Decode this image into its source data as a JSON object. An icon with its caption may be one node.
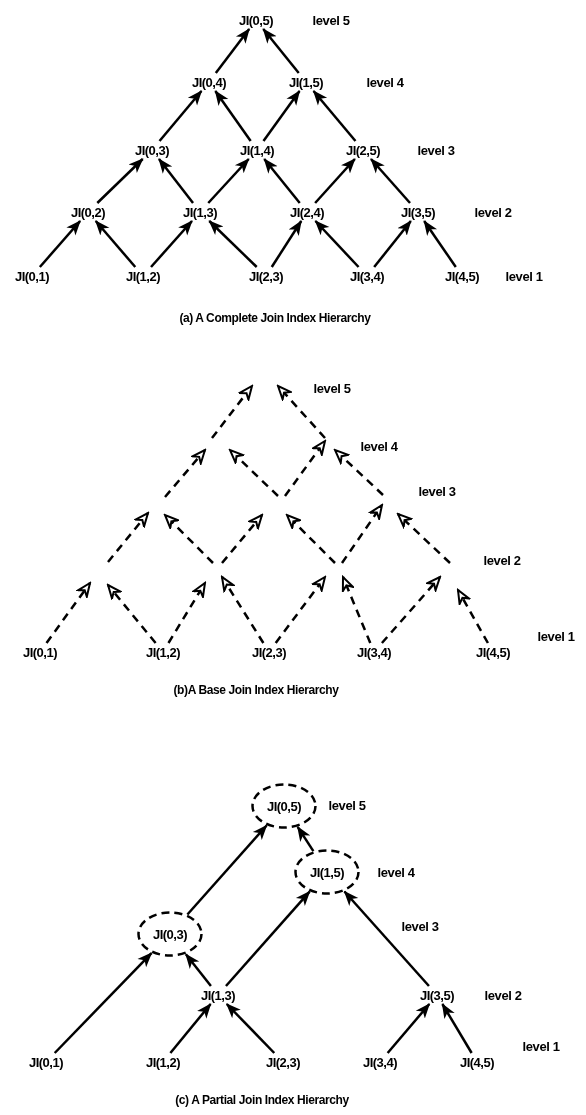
{
  "diagram": {
    "nodes": [
      {
        "text": [
          "JI(0,5)"
        ]
      },
      {
        "text": [
          "JI(0,4)"
        ]
      },
      {
        "text": [
          "JI(1,5)"
        ]
      },
      {
        "text": [
          "JI(0,3)"
        ]
      },
      {
        "text": [
          "JI(1,4)"
        ]
      },
      {
        "text": [
          "JI(2,5)"
        ]
      },
      {
        "text": [
          "JI(0,2)"
        ]
      },
      {
        "text": [
          "JI(1,3)"
        ]
      },
      {
        "text": [
          "JI(2,4)"
        ]
      },
      {
        "text": [
          "JI(3,5)"
        ]
      },
      {
        "text": [
          "JI(0,1)"
        ]
      },
      {
        "text": [
          "JI(1,2)"
        ]
      },
      {
        "text": [
          "JI(2,3)"
        ]
      },
      {
        "text": [
          "JI(3,4)"
        ]
      },
      {
        "text": [
          "JI(4,5)"
        ]
      },
      {
        "text": [
          "JI(0,1)"
        ]
      },
      {
        "text": [
          "JI(1,2)"
        ]
      },
      {
        "text": [
          "JI(2,3)"
        ]
      },
      {
        "text": [
          "JI(3,4)"
        ]
      },
      {
        "text": [
          "JI(4,5)"
        ]
      },
      {
        "text": [
          "JI(0,5)"
        ]
      },
      {
        "text": [
          "JI(1,5)"
        ]
      },
      {
        "text": [
          "JI(0,3)"
        ]
      },
      {
        "text": [
          "JI(1,3)"
        ]
      },
      {
        "text": [
          "JI(3,5)"
        ]
      },
      {
        "text": [
          "JI(0,1)"
        ]
      },
      {
        "text": [
          "JI(1,2)"
        ]
      },
      {
        "text": [
          "JI(2,3)"
        ]
      },
      {
        "text": [
          "JI(3,4)"
        ]
      },
      {
        "text": [
          "JI(4,5)"
        ]
      }
    ],
    "edges": [
      {
        "from": 10,
        "to": 6,
        "arrow": "to"
      },
      {
        "from": 11,
        "to": 6,
        "arrow": "to"
      },
      {
        "from": 11,
        "to": 7,
        "arrow": "to"
      },
      {
        "from": 12,
        "to": 7,
        "arrow": "to"
      },
      {
        "from": 12,
        "to": 8,
        "arrow": "to"
      },
      {
        "from": 13,
        "to": 8,
        "arrow": "to"
      },
      {
        "from": 13,
        "to": 9,
        "arrow": "to"
      },
      {
        "from": 14,
        "to": 9,
        "arrow": "to"
      },
      {
        "from": 6,
        "to": 3,
        "arrow": "to"
      },
      {
        "from": 7,
        "to": 3,
        "arrow": "to"
      },
      {
        "from": 7,
        "to": 4,
        "arrow": "to"
      },
      {
        "from": 8,
        "to": 4,
        "arrow": "to"
      },
      {
        "from": 8,
        "to": 5,
        "arrow": "to"
      },
      {
        "from": 9,
        "to": 5,
        "arrow": "to"
      },
      {
        "from": 3,
        "to": 1,
        "arrow": "to"
      },
      {
        "from": 4,
        "to": 1,
        "arrow": "to"
      },
      {
        "from": 4,
        "to": 2,
        "arrow": "to"
      },
      {
        "from": 5,
        "to": 2,
        "arrow": "to"
      },
      {
        "from": 1,
        "to": 0,
        "arrow": "to"
      },
      {
        "from": 2,
        "to": 0,
        "arrow": "to"
      },
      {
        "from": 15,
        "to": null,
        "arrow": "to",
        "style": "dashed"
      },
      {
        "from": 16,
        "to": null,
        "arrow": "to",
        "style": "dashed"
      },
      {
        "from": 16,
        "to": null,
        "arrow": "to",
        "style": "dashed"
      },
      {
        "from": 17,
        "to": null,
        "arrow": "to",
        "style": "dashed"
      },
      {
        "from": 17,
        "to": null,
        "arrow": "to",
        "style": "dashed"
      },
      {
        "from": 18,
        "to": null,
        "arrow": "to",
        "style": "dashed"
      },
      {
        "from": 18,
        "to": null,
        "arrow": "to",
        "style": "dashed"
      },
      {
        "from": 19,
        "to": null,
        "arrow": "to",
        "style": "dashed"
      },
      {
        "from": 25,
        "to": 22,
        "arrow": "to"
      },
      {
        "from": 23,
        "to": 22,
        "arrow": "to"
      },
      {
        "from": 26,
        "to": 23,
        "arrow": "to"
      },
      {
        "from": 27,
        "to": 23,
        "arrow": "to"
      },
      {
        "from": 28,
        "to": 24,
        "arrow": "to"
      },
      {
        "from": 29,
        "to": 24,
        "arrow": "to"
      },
      {
        "from": 22,
        "to": 20,
        "arrow": "to"
      },
      {
        "from": 21,
        "to": 20,
        "arrow": "to"
      },
      {
        "from": 23,
        "to": 21,
        "arrow": "to"
      },
      {
        "from": 24,
        "to": 21,
        "arrow": "to"
      }
    ],
    "labels": [
      "level 5",
      "level 4",
      "level 3",
      "level 2",
      "level 1",
      "(a) A Complete Join Index Hierarchy",
      "level 5",
      "level 4",
      "level 3",
      "level 2",
      "level 1",
      "(b)A Base Join Index Hierarchy",
      "level 5",
      "level 4",
      "level 3",
      "level 2",
      "level 1",
      "(c) A Partial Join Index Hierarchy"
    ]
  }
}
